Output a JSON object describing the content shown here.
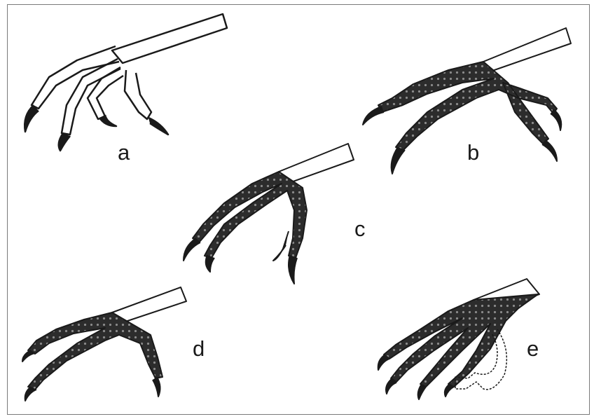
{
  "figure": {
    "panels": [
      {
        "id": "a",
        "label": "a",
        "style": "outline"
      },
      {
        "id": "b",
        "label": "b",
        "style": "scaled"
      },
      {
        "id": "c",
        "label": "c",
        "style": "scaled"
      },
      {
        "id": "d",
        "label": "d",
        "style": "scaled"
      },
      {
        "id": "e",
        "label": "e",
        "style": "scaled-with-arrow"
      }
    ],
    "colors": {
      "ink": "#1a1a1a",
      "scale_fill": "#3c3c3c",
      "frame": "#7a7a7a"
    }
  }
}
